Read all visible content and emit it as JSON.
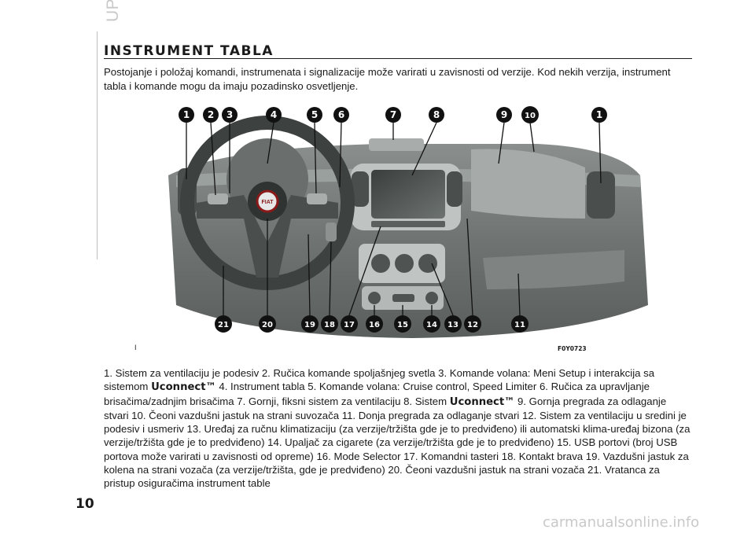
{
  "side_title": "UPOZNAVANJE SA VOZILOM",
  "heading": "INSTRUMENT TABLA",
  "intro": "Postojanje i položaj komandi, instrumenata i signalizacije može varirati u zavisnosti od verzije. Kod nekih verzija, instrument tabla i komande mogu da imaju pozadinsko osvetljenje.",
  "figure": {
    "mark": "I",
    "ref": "F0Y0723",
    "badge": "FIAT",
    "top_callouts": [
      "1",
      "2",
      "3",
      "4",
      "5",
      "6",
      "7",
      "8",
      "9",
      "10",
      "1"
    ],
    "bottom_callouts": [
      "21",
      "20",
      "19",
      "18",
      "17",
      "16",
      "15",
      "14",
      "13",
      "12",
      "11"
    ]
  },
  "caption": [
    {
      "t": "1. Sistem za ventilaciju je podesiv 2. Ručica komande spoljašnjeg svetla 3. Komande volana: Meni Setup i interakcija sa sistemom "
    },
    {
      "b": "Uconnect™"
    },
    {
      "t": " 4. Instrument tabla 5. Komande volana: Cruise control, Speed Limiter 6. Ručica za upravljanje brisačima/zadnjim brisačima 7. Gornji, fiksni sistem za ventilaciju 8. Sistem "
    },
    {
      "b": "Uconnect™"
    },
    {
      "t": " 9. Gornja pregrada za odlaganje stvari 10. Čeoni vazdušni jastuk na strani suvozača 11. Donja pregrada za odlaganje stvari 12. Sistem za ventilaciju u sredini je podesiv i usmeriv 13. Uređaj za ručnu klimatizaciju (za verzije/tržišta gde je to predviđeno) ili automatski klima-uređaj bizona (za verzije/tržišta gde je to predviđeno) 14. Upaljač za cigarete (za verzije/tržišta gde je to predviđeno) 15. USB portovi (broj USB portova može varirati u zavisnosti od opreme) 16. Mode Selector 17. Komandni tasteri 18. Kontakt brava 19. Vazdušni jastuk za kolena na strani vozača (za verzije/tržišta, gde je predviđeno) 20. Čeoni vazdušni jastuk na strani vozača 21. Vratanca za pristup osiguračima instrument table"
    }
  ],
  "page_number": "10",
  "watermark": "carmanualsonline.info"
}
